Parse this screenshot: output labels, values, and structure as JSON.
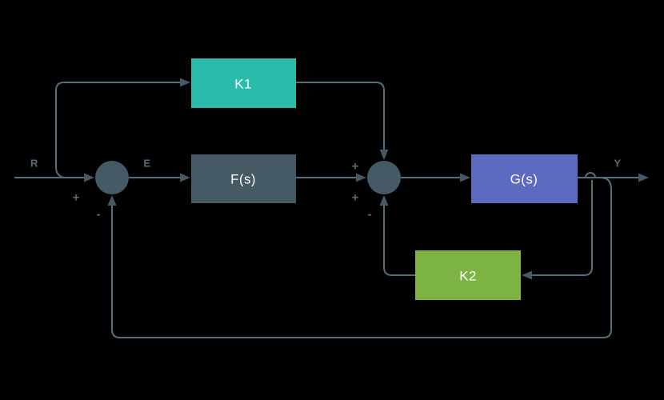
{
  "diagram": {
    "kind": "control-system-block-diagram"
  },
  "colors": {
    "background": "#000000",
    "line": "#546E7A",
    "node": "#455A64",
    "label": "#5A6A77",
    "block_text": "#FFFFFF"
  },
  "blocks": {
    "k1": {
      "label": "K1",
      "color": "#2BBBAD"
    },
    "fs": {
      "label": "F(s)",
      "color": "#455A64"
    },
    "gs": {
      "label": "G(s)",
      "color": "#5C6BC0"
    },
    "k2": {
      "label": "K2",
      "color": "#7CB342"
    }
  },
  "signals": {
    "input": "R",
    "error": "E",
    "output": "Y"
  },
  "signs": {
    "sum1_plus": "+",
    "sum1_minus": "-",
    "sum2_plus_top": "+",
    "sum2_plus_left": "+",
    "sum2_minus": "-"
  }
}
